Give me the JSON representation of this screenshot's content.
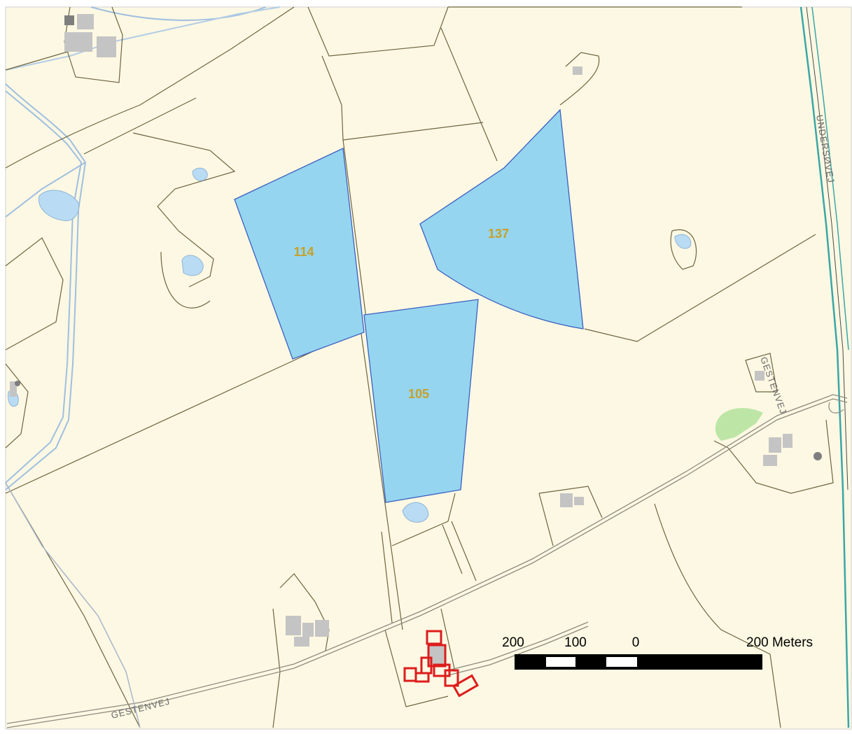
{
  "map": {
    "colors": {
      "land": "#fdf8e3",
      "boundary": "#6d6440",
      "highlight_fill": "#95d5f0",
      "highlight_stroke": "#3c5fc0",
      "label": "#c8a028",
      "water": "#b9dcf4",
      "building": "#c4c4c4",
      "selected_building": "#dd1c1c",
      "park": "#bde6a6",
      "rail": "#3aa6a6"
    },
    "parcels": [
      {
        "id": "114"
      },
      {
        "id": "137"
      },
      {
        "id": "105"
      }
    ],
    "road_labels": {
      "gestenvej_lower": "GESTENVEJ",
      "gestenvej_upper": "GESTENVEJ",
      "undersovej": "UNDERSØVEJ"
    },
    "scale_bar": {
      "tick_200": "200",
      "tick_100": "100",
      "tick_0": "0",
      "end_label": "200 Meters"
    }
  }
}
